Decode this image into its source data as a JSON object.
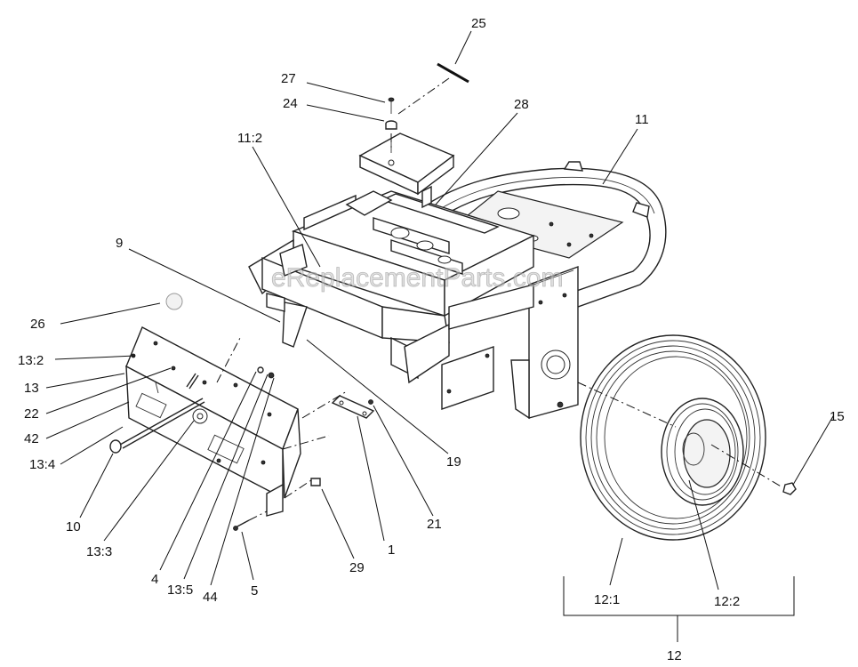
{
  "watermark": "eReplacementParts.com",
  "callouts": {
    "c25": "25",
    "c27": "27",
    "c24": "24",
    "c28": "28",
    "c11": "11",
    "c11_2": "11:2",
    "c9": "9",
    "c26": "26",
    "c13_2": "13:2",
    "c13": "13",
    "c22": "22",
    "c42": "42",
    "c13_4": "13:4",
    "c10": "10",
    "c13_3": "13:3",
    "c4": "4",
    "c13_5": "13:5",
    "c44": "44",
    "c5": "5",
    "c29": "29",
    "c1": "1",
    "c21": "21",
    "c19": "19",
    "c15": "15",
    "c12_1": "12:1",
    "c12_2": "12:2",
    "c12": "12"
  }
}
